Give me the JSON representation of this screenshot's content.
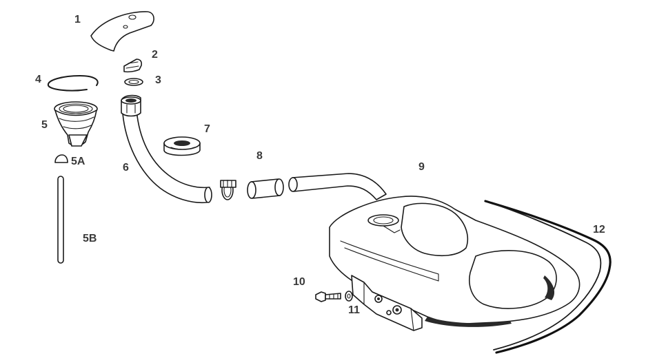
{
  "callouts": {
    "c1": "1",
    "c2": "2",
    "c3": "3",
    "c4": "4",
    "c5": "5",
    "c5a": "5A",
    "c5b": "5B",
    "c6": "6",
    "c7": "7",
    "c8": "8",
    "c9": "9",
    "c10": "10",
    "c11": "11",
    "c12": "12"
  }
}
